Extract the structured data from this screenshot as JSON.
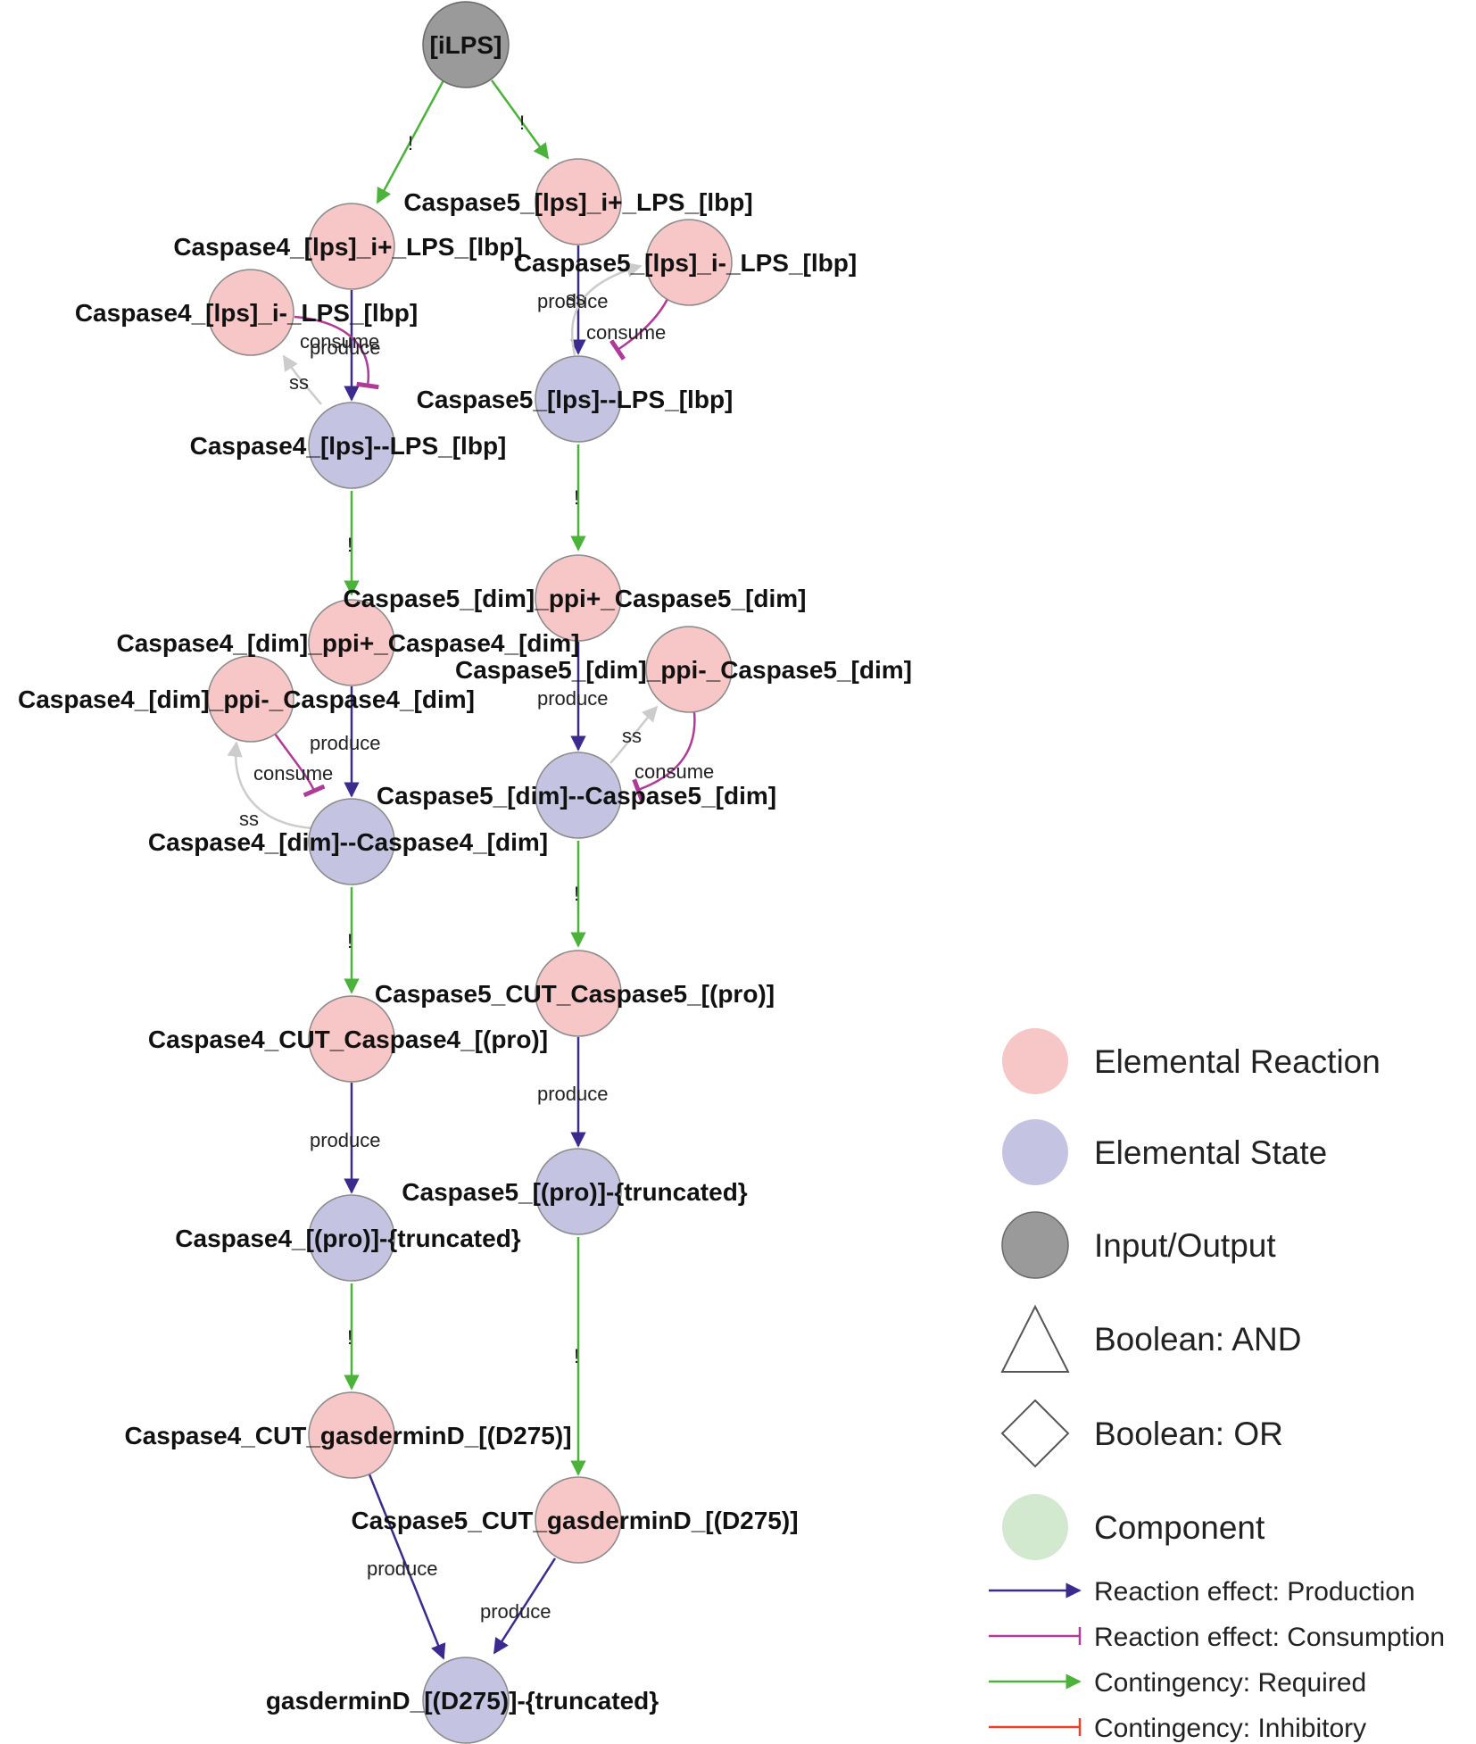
{
  "colors": {
    "reaction": "#f7c6c6",
    "state": "#c4c4e2",
    "io": "#9a9a9a",
    "component": "#d2e8cf",
    "produce": "#3c2a8e",
    "consume": "#b03a9a",
    "required": "#4cb33a",
    "inhibitory": "#e8402a",
    "ss": "#cccccc"
  },
  "nodes": {
    "ilps": "[iLPS]",
    "c5_lps_i_plus": "Caspase5_[lps]_i+_LPS_[lbp]",
    "c4_lps_i_plus": "Caspase4_[lps]_i+_LPS_[lbp]",
    "c5_lps_i_minus": "Caspase5_[lps]_i-_LPS_[lbp]",
    "c4_lps_i_minus": "Caspase4_[lps]_i-_LPS_[lbp]",
    "c5_lps_state": "Caspase5_[lps]--LPS_[lbp]",
    "c4_lps_state": "Caspase4_[lps]--LPS_[lbp]",
    "c5_dim_ppi_plus": "Caspase5_[dim]_ppi+_Caspase5_[dim]",
    "c4_dim_ppi_plus": "Caspase4_[dim]_ppi+_Caspase4_[dim]",
    "c5_dim_ppi_minus": "Caspase5_[dim]_ppi-_Caspase5_[dim]",
    "c4_dim_ppi_minus": "Caspase4_[dim]_ppi-_Caspase4_[dim]",
    "c5_dim_state": "Caspase5_[dim]--Caspase5_[dim]",
    "c4_dim_state": "Caspase4_[dim]--Caspase4_[dim]",
    "c5_cut_c5": "Caspase5_CUT_Caspase5_[(pro)]",
    "c4_cut_c4": "Caspase4_CUT_Caspase4_[(pro)]",
    "c5_pro_trunc": "Caspase5_[(pro)]-{truncated}",
    "c4_pro_trunc": "Caspase4_[(pro)]-{truncated}",
    "c4_cut_gsdmd": "Caspase4_CUT_gasderminD_[(D275)]",
    "c5_cut_gsdmd": "Caspase5_CUT_gasderminD_[(D275)]",
    "gsdmd_trunc": "gasderminD_[(D275)]-{truncated}"
  },
  "edge_labels": {
    "required": "!",
    "produce": "produce",
    "consume": "consume",
    "ss": "ss"
  },
  "legend": {
    "reaction": "Elemental Reaction",
    "state": "Elemental State",
    "io": "Input/Output",
    "and": "Boolean: AND",
    "or": "Boolean: OR",
    "component": "Component",
    "production": "Reaction effect: Production",
    "consumption": "Reaction effect: Consumption",
    "required": "Contingency: Required",
    "inhibitory": "Contingency: Inhibitory"
  }
}
